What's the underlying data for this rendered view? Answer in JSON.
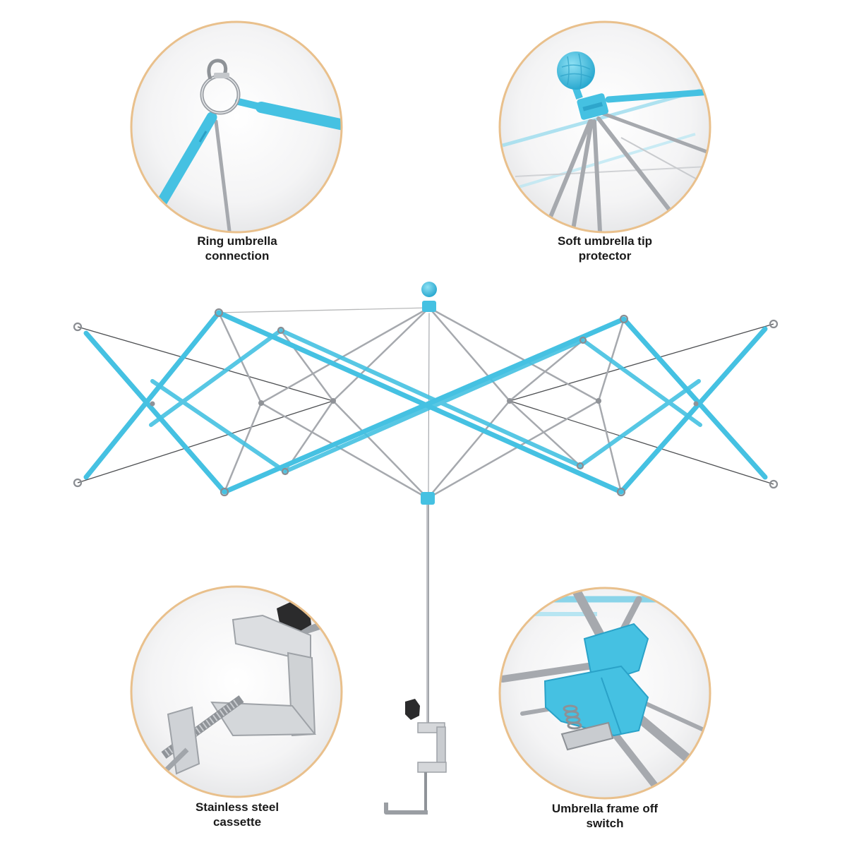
{
  "colors": {
    "accent_blue": "#45c1e2",
    "circle_border": "#e9c08c",
    "steel": "#a6a9ae",
    "label_text": "#1a1a1a",
    "background": "#ffffff"
  },
  "callouts": [
    {
      "label_lines": [
        "Ring umbrella",
        "connection"
      ]
    },
    {
      "label_lines": [
        "Soft umbrella tip",
        "protector"
      ]
    },
    {
      "label_lines": [
        "Stainless steel",
        "cassette"
      ]
    },
    {
      "label_lines": [
        "Umbrella frame off",
        "switch"
      ]
    }
  ]
}
